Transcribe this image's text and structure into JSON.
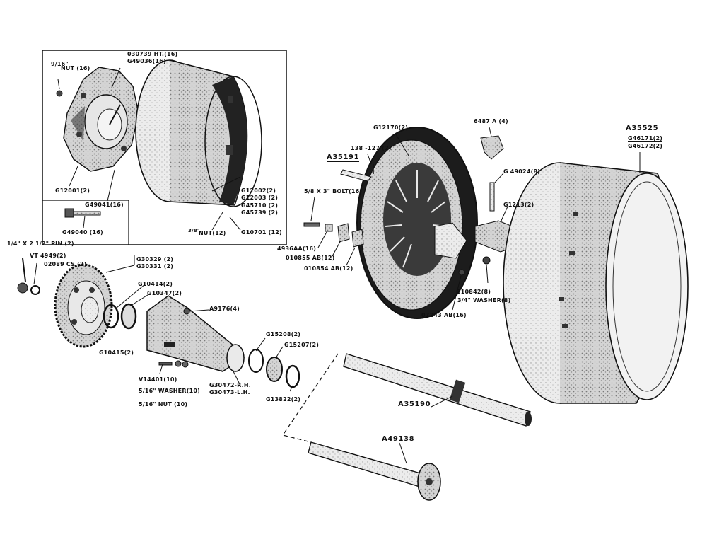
{
  "labels": {
    "nut_916": "NUT (16)",
    "nut_916_frac": "9/16\"",
    "ht_030739": "030739 HT.(16)",
    "g49036": "G49036(16)",
    "g12001": "G12001(2)",
    "g49041": "G49041(16)",
    "g49040": "G49040 (16)",
    "g12002": "G12002(2)",
    "g12003": "G12003 (2)",
    "g45710": "G45710 (2)",
    "g45739": "G45739 (2)",
    "g10701": "G10701 (12)",
    "nut_38": "NUT(12)",
    "nut_38_frac": "3/8\"",
    "g12170": "G12170(2)",
    "p138_127": "138 -127 (2)",
    "a35191": "A35191",
    "bolt_58": "5/8 X 3\" BOLT(16)",
    "p4936aa": "4936AA(16)",
    "p010855": "010855 AB(12)",
    "p010854": "010854 AB(12)",
    "p6487a": "6487 A (4)",
    "g49024": "G 49024(8)",
    "g1213": "G1213(2)",
    "g10842": "G10842(8)",
    "washer_34": "3/4\" WASHER(8)",
    "p07243": "07243 AB(16)",
    "a35525": "A35525",
    "g46171": "G46171(2)",
    "g46172": "G46172(2)",
    "pin": "1/4\" X 2 1/2\" PIN (2)",
    "vt4949": "VT 4949(2)",
    "p02089": "02089 CS (2)",
    "g30329": "G30329 (2)",
    "g30331": "G30331 (2)",
    "g10414": "G10414(2)",
    "g10347": "G10347(2)",
    "a9176": "A9176(4)",
    "g10415": "G10415(2)",
    "g15208": "G15208(2)",
    "g15207": "G15207(2)",
    "v14401": "V14401(10)",
    "washer_516": "5/16\" WASHER(10)",
    "nut_516": "5/16\" NUT (10)",
    "g30472": "G30472-R.H.",
    "g30473": "G30473-L.H.",
    "g13822": "G13822(2)",
    "a35190": "A35190",
    "a49138": "A49138"
  },
  "colors": {
    "ink": "#111111",
    "paper": "#ffffff",
    "metal_light": "#d8d8d8",
    "metal_mid": "#9a9a9a",
    "metal_dark": "#2a2a2a"
  }
}
